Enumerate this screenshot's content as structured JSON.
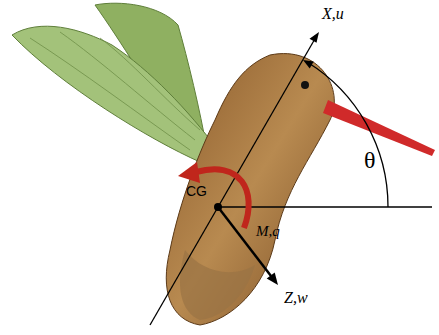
{
  "diagram": {
    "labels": [
      "X,u",
      "θ",
      "CG",
      "M,q",
      "Z,w"
    ]
  }
}
